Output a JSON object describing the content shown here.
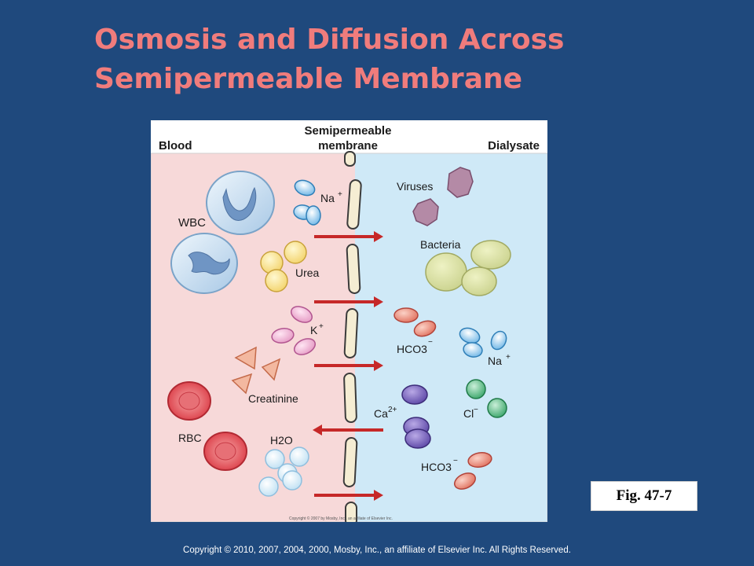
{
  "slide": {
    "title_line1": "Osmosis and Diffusion Across",
    "title_line2": "Semipermeable Membrane",
    "fig_label": "Fig. 47-7",
    "footer": "Copyright © 2010, 2007, 2004, 2000, Mosby, Inc., an affiliate of Elsevier Inc. All Rights Reserved."
  },
  "figure": {
    "header_blood": "Blood",
    "header_membrane_line1": "Semipermeable",
    "header_membrane_line2": "membrane",
    "header_dialysate": "Dialysate",
    "labels": {
      "wbc": "WBC",
      "na_left": "Na",
      "urea": "Urea",
      "k": "K",
      "creatinine": "Creatinine",
      "rbc": "RBC",
      "h2o": "H2O",
      "viruses": "Viruses",
      "bacteria": "Bacteria",
      "hco3_top": "HCO3",
      "na_right": "Na",
      "ca": "Ca",
      "cl": "Cl",
      "hco3_bottom": "HCO3"
    },
    "small_copyright": "Copyright © 2007 by Mosby, Inc., an affiliate of Elsevier Inc.",
    "colors": {
      "blood_bg": "#f7d9d9",
      "dialysate_bg": "#cfe9f7",
      "arrow": "#c62828",
      "title": "#f07c7c"
    }
  }
}
